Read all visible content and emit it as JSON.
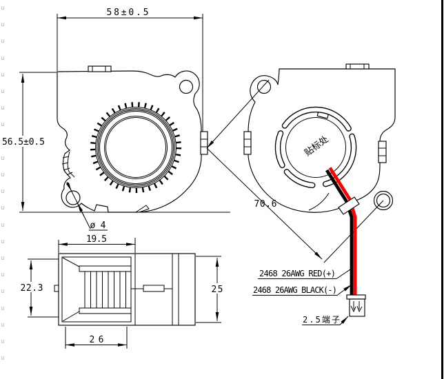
{
  "front_view": {
    "width_dim": "58±0.5",
    "height_dim": "56.5±0.5",
    "hole_dim": "ø4"
  },
  "back_view": {
    "diagonal_dim": "70.6",
    "label_area": "贴标处",
    "label_area_color": "#9a9a9a"
  },
  "wiring": {
    "red_wire_label": "2468 26AWG RED(+)",
    "black_wire_label": "2468 26AWG BLACK(-)",
    "terminal_label": "2.5端子",
    "wire_red_color": "#ff0000",
    "wire_black_color": "#000000"
  },
  "side_view": {
    "inlet_width_dim": "19.5",
    "inlet_height_dim": "22.3",
    "depth_dim": "25",
    "outer_width_dim": "26"
  },
  "chrome": {
    "border_color": "#000000",
    "left_edge_glyphs": "u\nu\nu\nu\nu\nu\nu\nu\nu\nu\nu\nu\nu\nu\nu\nu\nu\nu\nu\nu\nu\nu"
  }
}
